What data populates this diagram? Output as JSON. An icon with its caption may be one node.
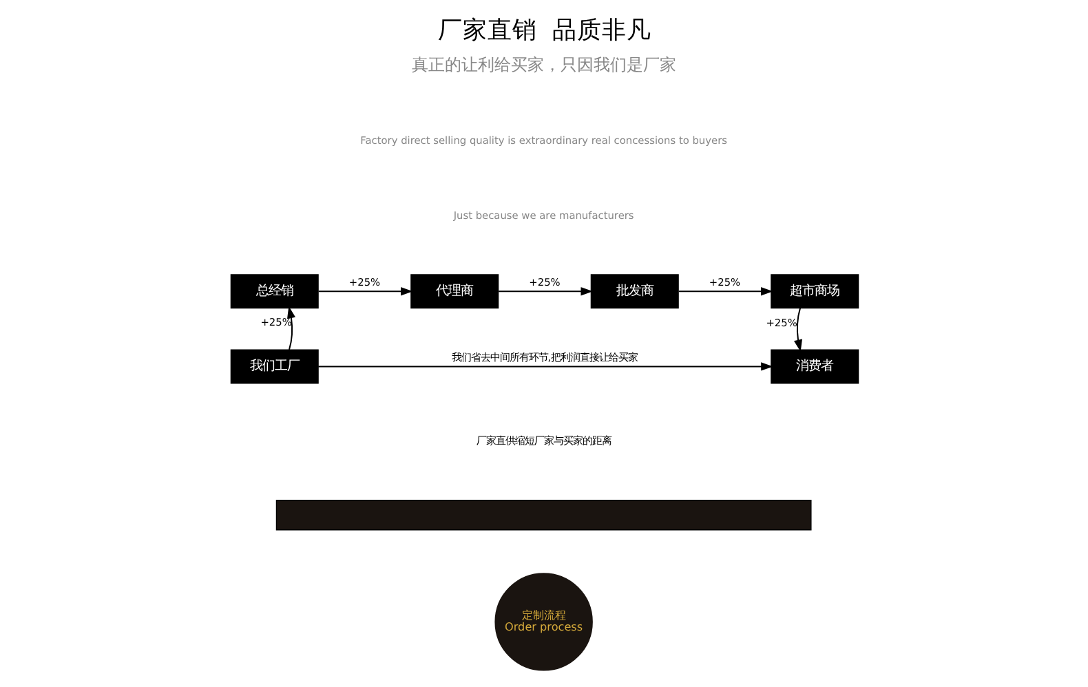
{
  "diagram": {
    "title": "厂家直销  品质非凡",
    "nodes": [
      {
        "text": [
          "总经销"
        ]
      },
      {
        "text": [
          "代理商"
        ]
      },
      {
        "text": [
          "批发商"
        ]
      },
      {
        "text": [
          "超市商场"
        ]
      },
      {
        "text": [
          "我们工厂"
        ]
      },
      {
        "text": [
          "消费者"
        ]
      },
      {
        "text": [],
        "shape": "bar"
      },
      {
        "text": [
          "定制流程",
          "Order process"
        ]
      }
    ],
    "edges": [
      {
        "from": 4,
        "to": 0,
        "arrow": "to",
        "label": "+25%"
      },
      {
        "from": 0,
        "to": 1,
        "arrow": "to",
        "label": "+25%"
      },
      {
        "from": 1,
        "to": 2,
        "arrow": "to",
        "label": "+25%"
      },
      {
        "from": 2,
        "to": 3,
        "arrow": "to",
        "label": "+25%"
      },
      {
        "from": 3,
        "to": 5,
        "arrow": "to",
        "label": "+25%"
      },
      {
        "from": 4,
        "to": 5,
        "arrow": "to",
        "label": "我们省去中间所有环节,把利润直接让给买家"
      }
    ],
    "labels": [
      "真正的让利给买家，只因我们是厂家",
      "Factory direct selling quality is extraordinary real concessions to buyers",
      "Just because we are manufacturers",
      "厂家直供缩短厂家与买家的距离"
    ]
  }
}
